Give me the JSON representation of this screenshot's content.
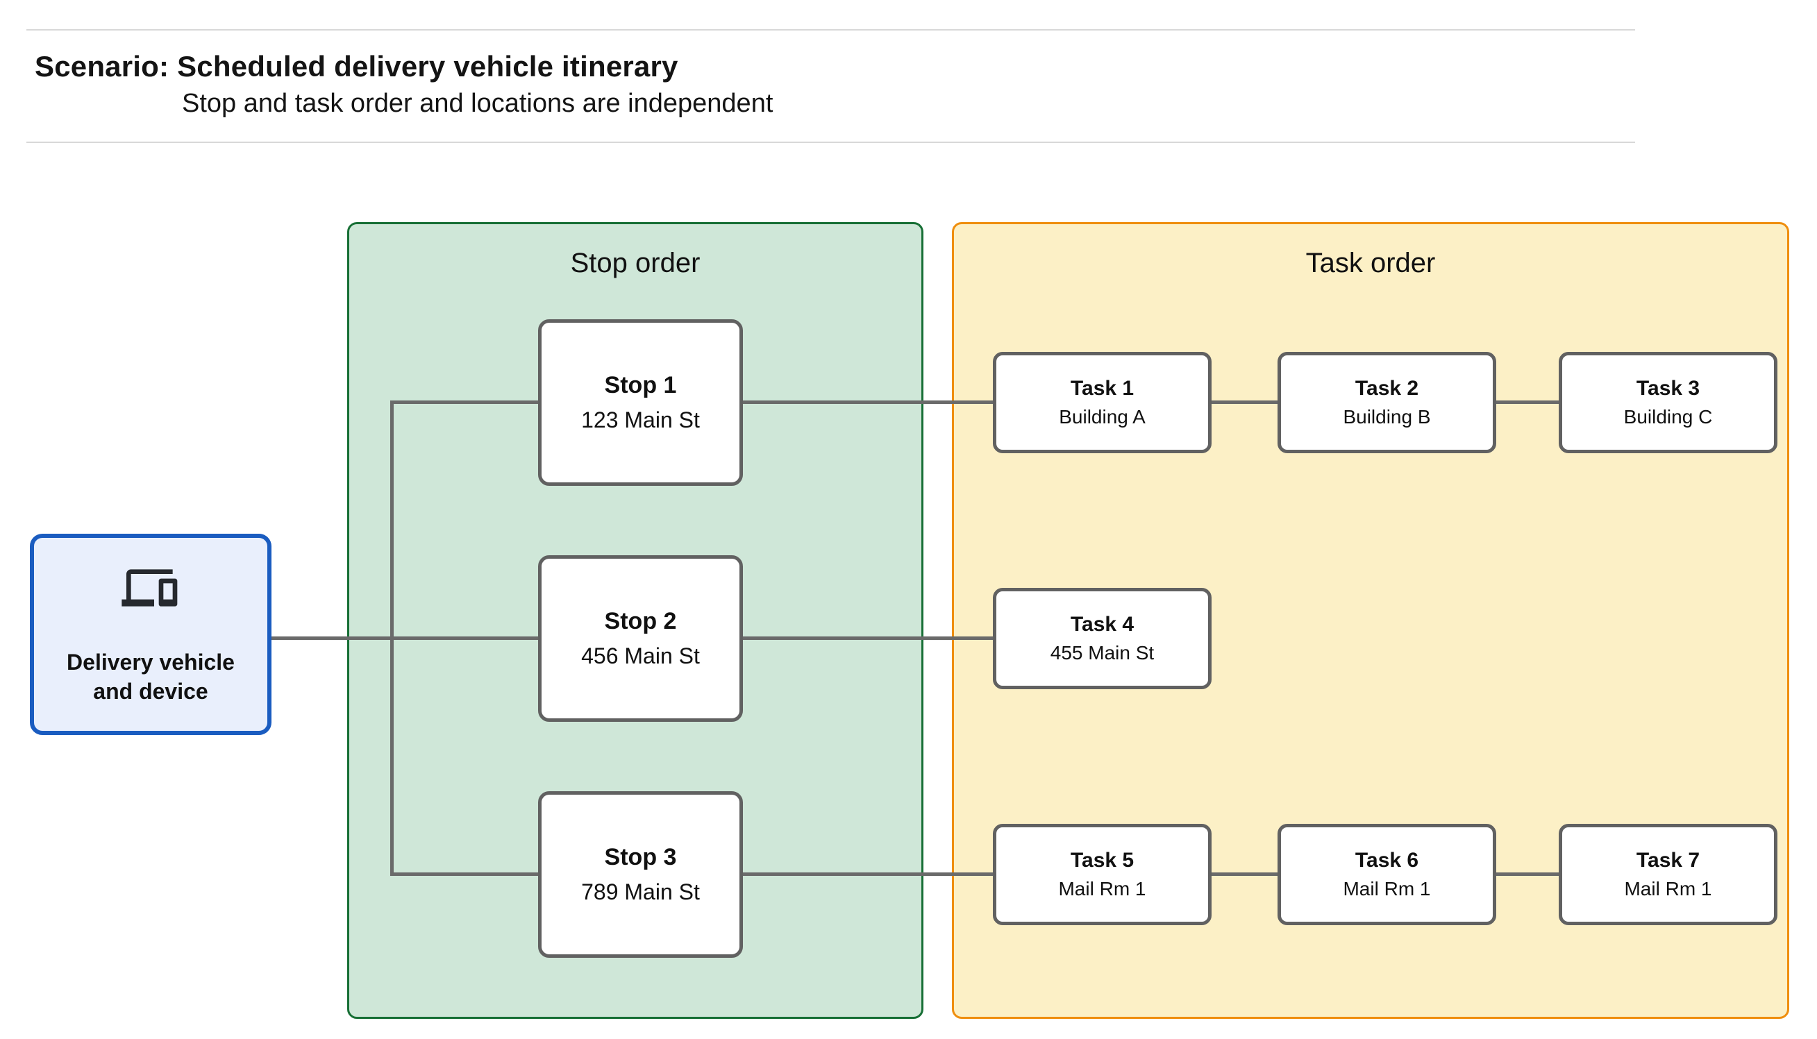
{
  "header": {
    "title": "Scenario: Scheduled delivery vehicle itinerary",
    "subtitle": "Stop and task order and locations are independent"
  },
  "device": {
    "label": "Delivery vehicle and device",
    "icon": "devices-icon"
  },
  "stop_panel": {
    "title": "Stop order",
    "stops": [
      {
        "name": "Stop 1",
        "location": "123 Main St"
      },
      {
        "name": "Stop 2",
        "location": "456 Main St"
      },
      {
        "name": "Stop 3",
        "location": "789 Main St"
      }
    ]
  },
  "task_panel": {
    "title": "Task order",
    "tasks": [
      {
        "name": "Task 1",
        "location": "Building A"
      },
      {
        "name": "Task 2",
        "location": "Building B"
      },
      {
        "name": "Task 3",
        "location": "Building C"
      },
      {
        "name": "Task 4",
        "location": "455 Main St"
      },
      {
        "name": "Task 5",
        "location": "Mail Rm 1"
      },
      {
        "name": "Task 6",
        "location": "Mail Rm 1"
      },
      {
        "name": "Task 7",
        "location": "Mail Rm 1"
      }
    ]
  },
  "colors": {
    "stop_panel_fill": "#cfe7d8",
    "stop_panel_border": "#176f35",
    "task_panel_fill": "#fcf0c6",
    "task_panel_border": "#ef8e0e",
    "device_fill": "#e9effc",
    "device_border": "#1a5cc0",
    "node_border": "#616161",
    "connector": "#6a6a6a",
    "divider": "#d8d8d8",
    "text": "#111111"
  }
}
